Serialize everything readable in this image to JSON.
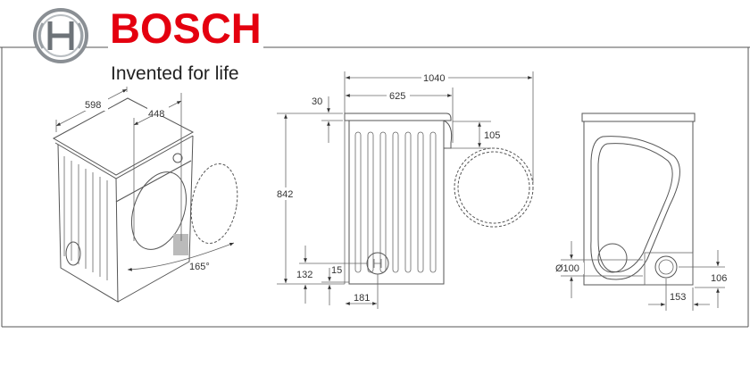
{
  "brand": {
    "name": "BOSCH",
    "tagline": "Invented for life",
    "color": "#e4000f"
  },
  "perspective_view": {
    "width": "598",
    "depth": "448",
    "door_angle": "165°"
  },
  "side_view": {
    "total_depth_door_open": "1040",
    "depth": "625",
    "top_thickness": "30",
    "door_offset": "105",
    "height": "842",
    "outlet_height": "132",
    "feet_height": "15",
    "outlet_offset": "181"
  },
  "rear_view": {
    "outlet_diameter": "Ø100",
    "outlet_height": "106",
    "outlet_offset": "153"
  }
}
